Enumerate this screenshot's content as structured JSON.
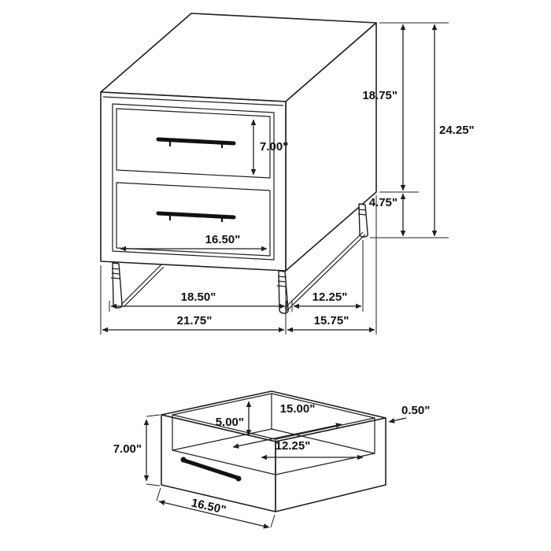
{
  "nightstand_view": {
    "dims": {
      "drawer_face_height": "7.00\"",
      "drawer_width": "16.50\"",
      "front_leg_span": "18.50\"",
      "side_leg_span": "12.25\"",
      "overall_width": "21.75\"",
      "overall_depth": "15.75\"",
      "case_height": "18.75\"",
      "overall_height": "24.25\"",
      "leg_height": "4.75\""
    }
  },
  "drawer_view": {
    "dims": {
      "front_height": "7.00\"",
      "interior_depth": "15.00\"",
      "interior_height": "5.00\"",
      "interior_width": "12.25\"",
      "side_thickness": "0.50\"",
      "front_width": "16.50\""
    }
  },
  "colors": {
    "line": "#1f1f1f",
    "background": "#ffffff"
  }
}
